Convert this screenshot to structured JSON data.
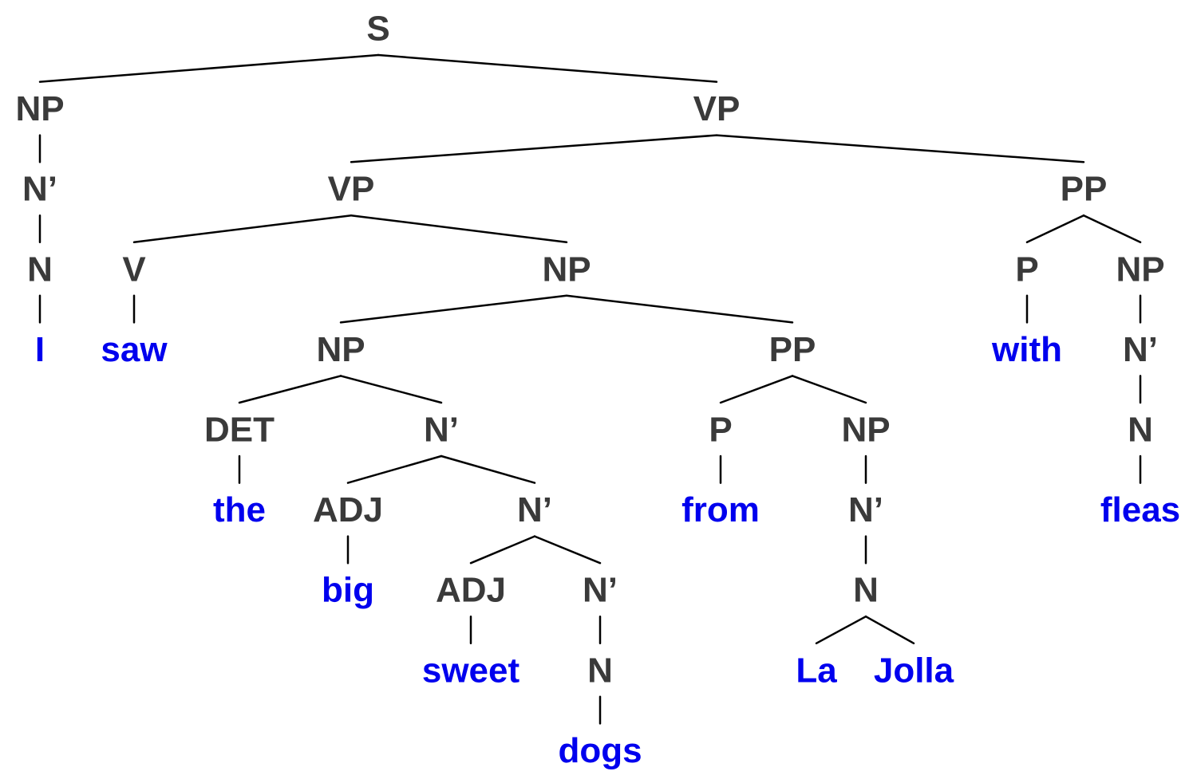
{
  "colors": {
    "category": "#3a3a3a",
    "word": "#0000ee",
    "edge": "#000000",
    "background": "#ffffff"
  },
  "tree": {
    "label": "S",
    "children": [
      {
        "label": "NP",
        "children": [
          {
            "label": "N’",
            "children": [
              {
                "label": "N",
                "children": [
                  {
                    "label": "I",
                    "word": true
                  }
                ]
              }
            ]
          }
        ]
      },
      {
        "label": "VP",
        "children": [
          {
            "label": "VP",
            "children": [
              {
                "label": "V",
                "children": [
                  {
                    "label": "saw",
                    "word": true
                  }
                ]
              },
              {
                "label": "NP",
                "children": [
                  {
                    "label": "NP",
                    "children": [
                      {
                        "label": "DET",
                        "children": [
                          {
                            "label": "the",
                            "word": true
                          }
                        ]
                      },
                      {
                        "label": "N’",
                        "children": [
                          {
                            "label": "ADJ",
                            "children": [
                              {
                                "label": "big",
                                "word": true
                              }
                            ]
                          },
                          {
                            "label": "N’",
                            "children": [
                              {
                                "label": "ADJ",
                                "children": [
                                  {
                                    "label": "sweet",
                                    "word": true
                                  }
                                ]
                              },
                              {
                                "label": "N’",
                                "children": [
                                  {
                                    "label": "N",
                                    "children": [
                                      {
                                        "label": "dogs",
                                        "word": true
                                      }
                                    ]
                                  }
                                ]
                              }
                            ]
                          }
                        ]
                      }
                    ]
                  },
                  {
                    "label": "PP",
                    "children": [
                      {
                        "label": "P",
                        "children": [
                          {
                            "label": "from",
                            "word": true
                          }
                        ]
                      },
                      {
                        "label": "NP",
                        "children": [
                          {
                            "label": "N’",
                            "children": [
                              {
                                "label": "N",
                                "children": [
                                  {
                                    "label": "La",
                                    "word": true
                                  },
                                  {
                                    "label": "Jolla",
                                    "word": true
                                  }
                                ]
                              }
                            ]
                          }
                        ]
                      }
                    ]
                  }
                ]
              }
            ]
          },
          {
            "label": "PP",
            "children": [
              {
                "label": "P",
                "children": [
                  {
                    "label": "with",
                    "word": true
                  }
                ]
              },
              {
                "label": "NP",
                "children": [
                  {
                    "label": "N’",
                    "children": [
                      {
                        "label": "N",
                        "children": [
                          {
                            "label": "fleas",
                            "word": true
                          }
                        ]
                      }
                    ]
                  }
                ]
              }
            ]
          }
        ]
      }
    ]
  }
}
